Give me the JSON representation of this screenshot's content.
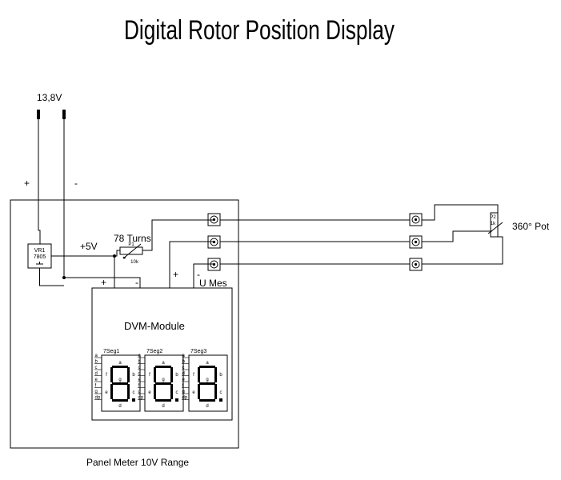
{
  "title": "Digital Rotor Position Display",
  "supply": {
    "voltage": "13,8V",
    "plus": "+",
    "minus": "-"
  },
  "regulator": {
    "ref": "VR1",
    "part": "7805"
  },
  "rail_label": "+5V",
  "trimmer": {
    "label": "78 Turns",
    "ref": "P1",
    "value": "10k"
  },
  "dvm": {
    "title": "DVM-Module",
    "pin_plus_left": "+",
    "pin_minus_left": "-",
    "pin_plus_right": "+",
    "pin_minus_right": "-",
    "umes": "U Mes"
  },
  "displays": [
    {
      "name": "7Seg1",
      "pins": [
        "a",
        "b",
        "c",
        "d",
        "e",
        "f",
        "g",
        "dp"
      ],
      "segments": {
        "a": "a",
        "b": "b",
        "c": "c",
        "d": "d",
        "e": "e",
        "f": "f",
        "g": "g"
      },
      "dp": "dp"
    },
    {
      "name": "7Seg2",
      "pins": [
        "a",
        "b",
        "c",
        "d",
        "e",
        "f",
        "g",
        "dp"
      ],
      "segments": {
        "a": "a",
        "b": "b",
        "c": "c",
        "d": "d",
        "e": "e",
        "f": "f",
        "g": "g"
      },
      "dp": "dp"
    },
    {
      "name": "7Seg3",
      "pins": [
        "a",
        "b",
        "c",
        "d",
        "e",
        "f",
        "g",
        "dp"
      ],
      "segments": {
        "a": "a",
        "b": "b",
        "c": "c",
        "d": "d",
        "e": "e",
        "f": "f",
        "g": "g"
      },
      "dp": "dp"
    }
  ],
  "pot": {
    "ref": "P2",
    "value": "1k",
    "label": "360° Pot"
  },
  "footer": "Panel Meter 10V Range"
}
